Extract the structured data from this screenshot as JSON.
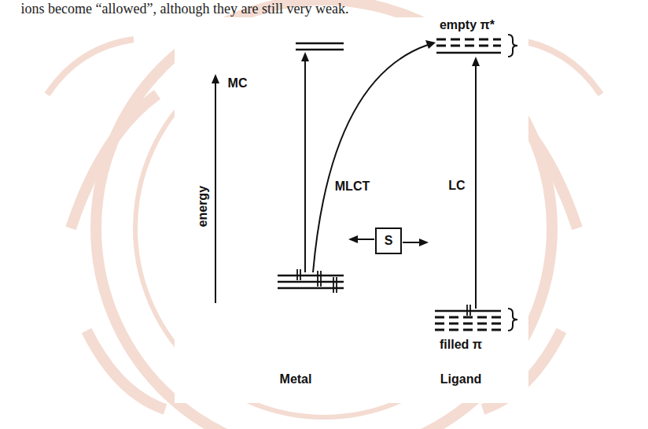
{
  "diagram": {
    "nodes": [
      {
        "text": [
          "S"
        ]
      }
    ],
    "labels": [
      "ions become “allowed”, although they are still very weak.",
      "energy",
      "MC",
      "MLCT",
      "LC",
      "empty π*",
      "filled π",
      "Metal",
      "Ligand"
    ]
  }
}
